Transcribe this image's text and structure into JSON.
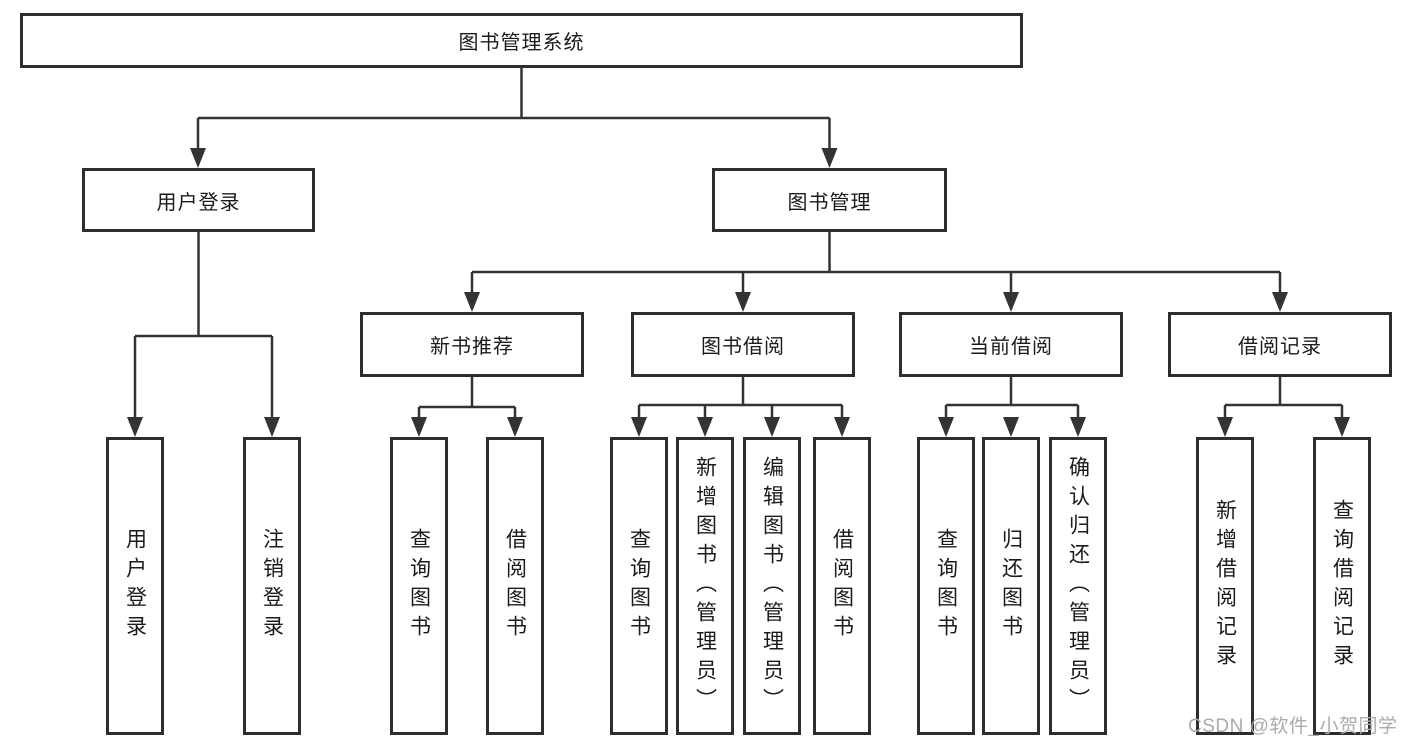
{
  "diagram": {
    "root": {
      "label": "图书管理系统"
    },
    "level2": [
      {
        "label": "用户登录",
        "children": [
          {
            "label": "用户登录"
          },
          {
            "label": "注销登录"
          }
        ]
      },
      {
        "label": "图书管理",
        "children": [
          {
            "label": "新书推荐",
            "children": [
              {
                "label": "查询图书"
              },
              {
                "label": "借阅图书"
              }
            ]
          },
          {
            "label": "图书借阅",
            "children": [
              {
                "label": "查询图书"
              },
              {
                "label": "新增图书（管理员）"
              },
              {
                "label": "编辑图书（管理员）"
              },
              {
                "label": "借阅图书"
              }
            ]
          },
          {
            "label": "当前借阅",
            "children": [
              {
                "label": "查询图书"
              },
              {
                "label": "归还图书"
              },
              {
                "label": "确认归还（管理员）"
              }
            ]
          },
          {
            "label": "借阅记录",
            "children": [
              {
                "label": "新增借阅记录"
              },
              {
                "label": "查询借阅记录"
              }
            ]
          }
        ]
      }
    ]
  },
  "watermark": {
    "text": "CSDN @软件_小贺同学"
  },
  "colors": {
    "line": "#333333",
    "box_border": "#2d2d2d",
    "text": "#1b1b1b",
    "watermark": "#ababab",
    "background": "#ffffff"
  }
}
